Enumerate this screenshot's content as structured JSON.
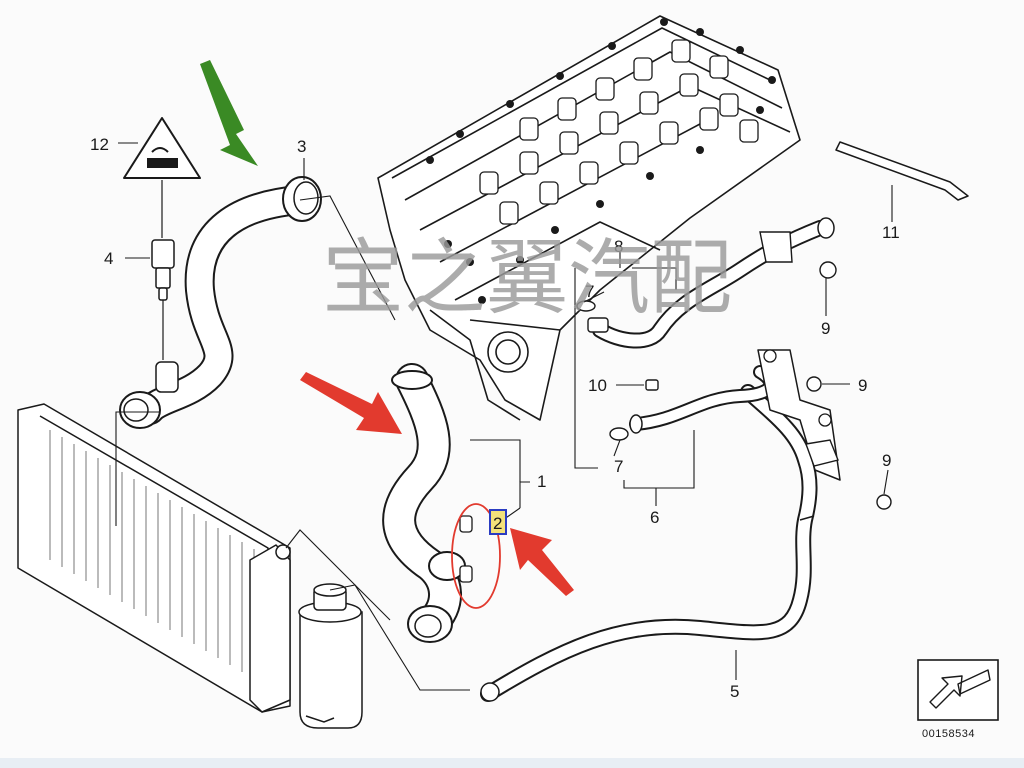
{
  "diagram": {
    "watermark": "宝之翼汽配",
    "reference": "00158534",
    "callouts": {
      "c1": "1",
      "c2": "2",
      "c3": "3",
      "c4": "4",
      "c5": "5",
      "c6": "6",
      "c7a": "7",
      "c7b": "7",
      "c8": "8",
      "c9a": "9",
      "c9b": "9",
      "c9c": "9",
      "c10": "10",
      "c11": "11",
      "c12": "12"
    }
  },
  "colors": {
    "background": "#fbfbfb",
    "line": "#1a1a1a",
    "green_arrow": "#3a8a24",
    "red_arrow": "#e23a2e",
    "highlight_box": "#2a3cc2",
    "highlight_fill": "#f3e27a",
    "red_ellipse": "#e23a2e"
  }
}
